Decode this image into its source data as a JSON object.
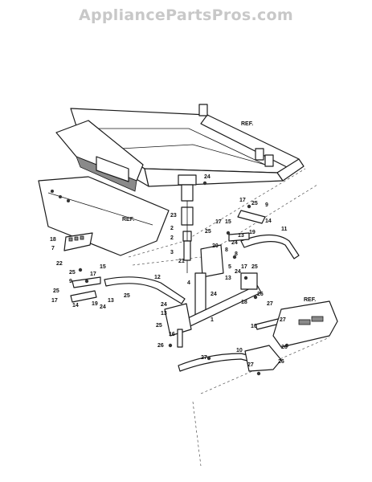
{
  "watermark": "AppliancePartsPros.com",
  "callouts": [
    {
      "id": "ref-1",
      "text": "REF."
    },
    {
      "id": "ref-2",
      "text": "REF."
    },
    {
      "id": "ref-3",
      "text": "REF."
    },
    {
      "id": "24a",
      "text": "24"
    },
    {
      "id": "17a",
      "text": "17"
    },
    {
      "id": "25a",
      "text": "25"
    },
    {
      "id": "9a",
      "text": "9"
    },
    {
      "id": "23",
      "text": "23"
    },
    {
      "id": "17b",
      "text": "17"
    },
    {
      "id": "15a",
      "text": "15"
    },
    {
      "id": "14a",
      "text": "14"
    },
    {
      "id": "2a",
      "text": "2"
    },
    {
      "id": "25b",
      "text": "25"
    },
    {
      "id": "13a",
      "text": "13"
    },
    {
      "id": "24b",
      "text": "24"
    },
    {
      "id": "19a",
      "text": "19"
    },
    {
      "id": "11",
      "text": "11"
    },
    {
      "id": "2b",
      "text": "2"
    },
    {
      "id": "18",
      "text": "18"
    },
    {
      "id": "7",
      "text": "7"
    },
    {
      "id": "20",
      "text": "20"
    },
    {
      "id": "8a",
      "text": "8"
    },
    {
      "id": "3",
      "text": "3"
    },
    {
      "id": "21",
      "text": "21"
    },
    {
      "id": "8b",
      "text": "8"
    },
    {
      "id": "22",
      "text": "22"
    },
    {
      "id": "25c",
      "text": "25"
    },
    {
      "id": "5",
      "text": "5"
    },
    {
      "id": "17c",
      "text": "17"
    },
    {
      "id": "25d",
      "text": "25"
    },
    {
      "id": "15b",
      "text": "15"
    },
    {
      "id": "12",
      "text": "12"
    },
    {
      "id": "9b",
      "text": "9"
    },
    {
      "id": "17d",
      "text": "17"
    },
    {
      "id": "24c",
      "text": "24"
    },
    {
      "id": "13b",
      "text": "13"
    },
    {
      "id": "4",
      "text": "4"
    },
    {
      "id": "25e",
      "text": "25"
    },
    {
      "id": "17e",
      "text": "17"
    },
    {
      "id": "14b",
      "text": "14"
    },
    {
      "id": "19b",
      "text": "19"
    },
    {
      "id": "13c",
      "text": "13"
    },
    {
      "id": "24d",
      "text": "24"
    },
    {
      "id": "25f",
      "text": "25"
    },
    {
      "id": "24e",
      "text": "24"
    },
    {
      "id": "26a",
      "text": "26"
    },
    {
      "id": "27a",
      "text": "27"
    },
    {
      "id": "18b",
      "text": "18"
    },
    {
      "id": "24f",
      "text": "24"
    },
    {
      "id": "13d",
      "text": "13"
    },
    {
      "id": "25g",
      "text": "25"
    },
    {
      "id": "1",
      "text": "1"
    },
    {
      "id": "10a",
      "text": "10"
    },
    {
      "id": "27b",
      "text": "27"
    },
    {
      "id": "16",
      "text": "16"
    },
    {
      "id": "26b",
      "text": "26"
    },
    {
      "id": "26c",
      "text": "26"
    },
    {
      "id": "10b",
      "text": "10"
    },
    {
      "id": "27c",
      "text": "27"
    },
    {
      "id": "27d",
      "text": "27"
    },
    {
      "id": "26d",
      "text": "26"
    }
  ]
}
